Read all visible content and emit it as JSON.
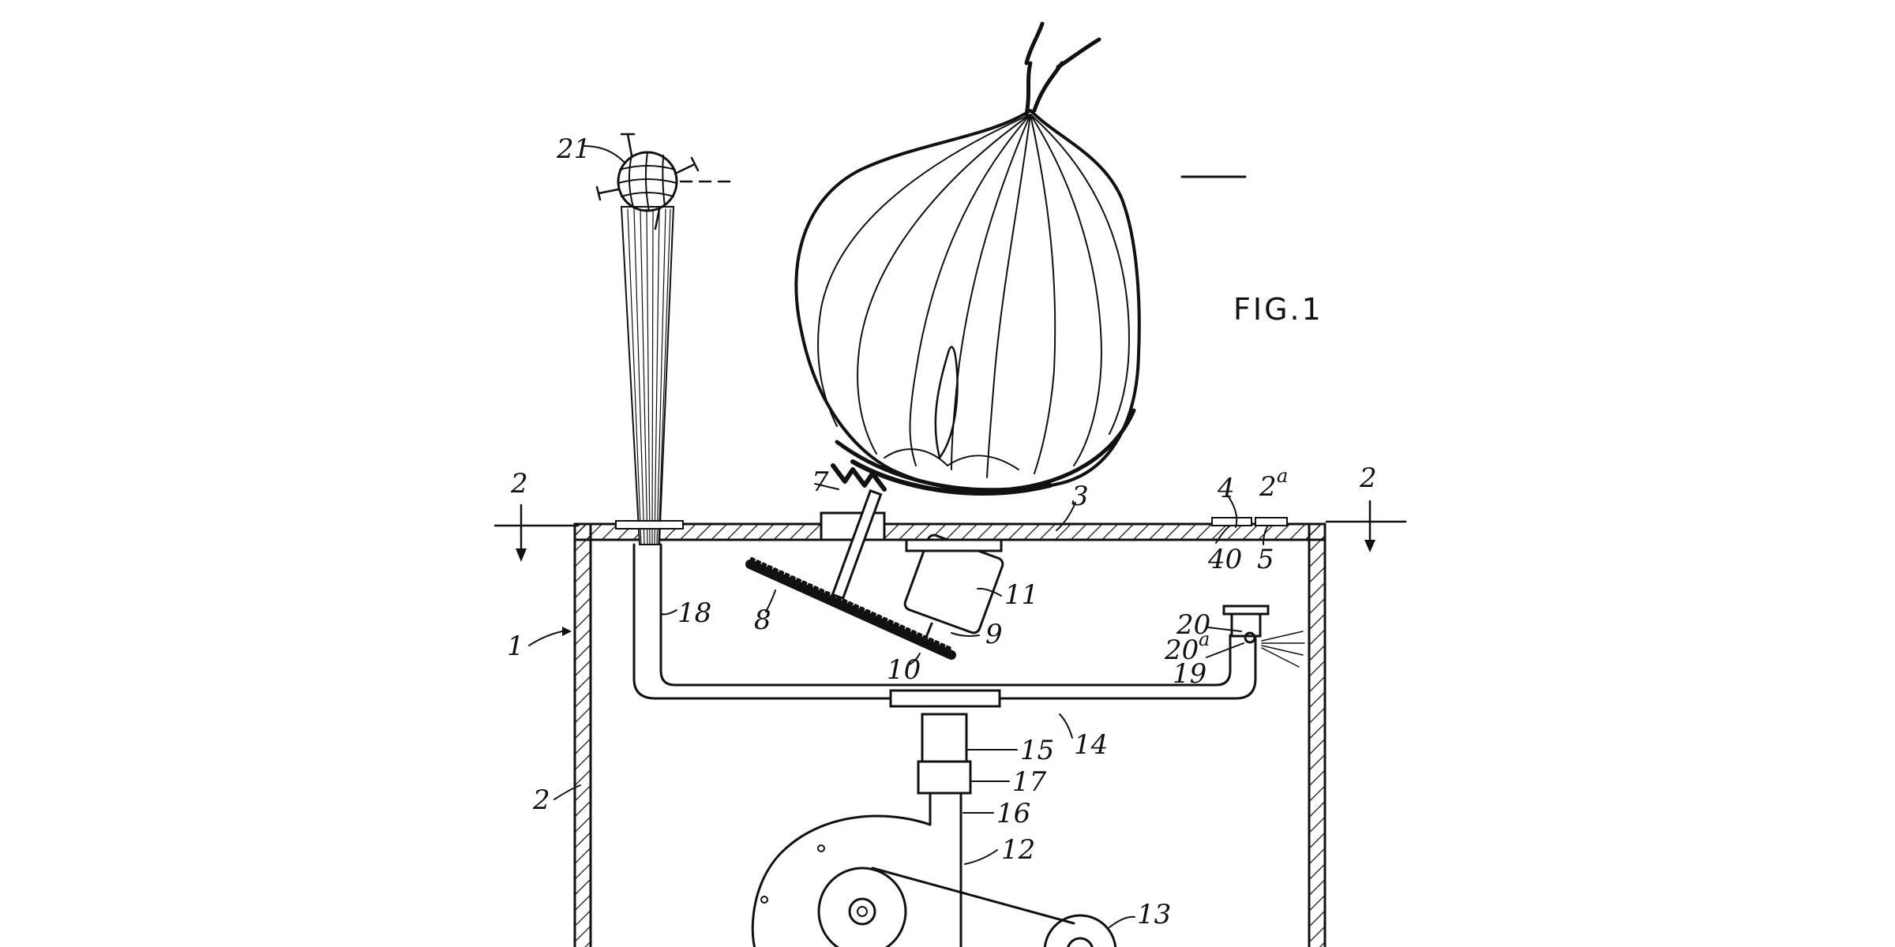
{
  "figure": {
    "title": "FIG.1",
    "section_marks": [
      {
        "id": "left",
        "text": "2"
      },
      {
        "id": "right",
        "text": "2"
      }
    ],
    "reference_numerals": {
      "n21": "21",
      "n7": "7",
      "n3": "3",
      "n4": "4",
      "n2a": "2",
      "n2a_sup": "a",
      "n40": "40",
      "n5": "5",
      "n18": "18",
      "n8": "8",
      "n11": "11",
      "n9": "9",
      "n10": "10",
      "n1": "1",
      "n20": "20",
      "n20a": "20",
      "n20a_sup": "a",
      "n19": "19",
      "n14": "14",
      "n15": "15",
      "n17": "17",
      "n16": "16",
      "n2": "2",
      "n12": "12",
      "n13": "13"
    }
  },
  "colors": {
    "ink": "#111111",
    "paper": "#ffffff"
  }
}
